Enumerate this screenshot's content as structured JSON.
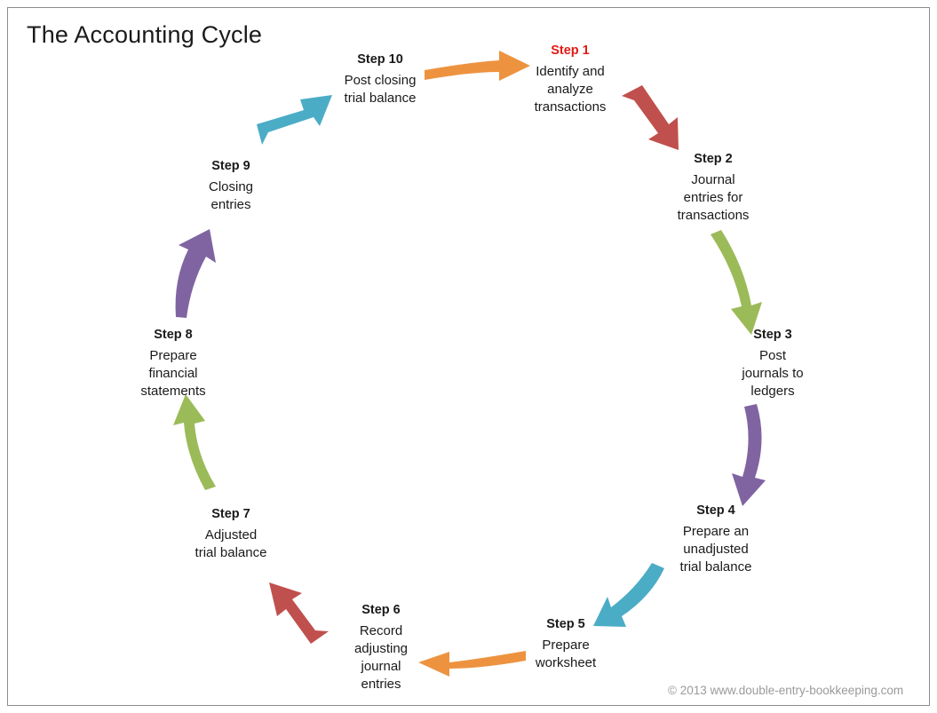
{
  "page": {
    "title": "The Accounting Cycle",
    "footer": "© 2013 www.double-entry-bookkeeping.com",
    "background": "#ffffff",
    "border_color": "#8c8c8c"
  },
  "palette": {
    "orange": "#ED9340",
    "red": "#C0504D",
    "green": "#9BBB59",
    "purple": "#8064A2",
    "teal": "#4BACC6",
    "accent_text": "#e01b15",
    "body_text": "#1a1a1a",
    "footer_text": "#9a9a9a"
  },
  "diagram": {
    "type": "cycle",
    "step_count": 10,
    "steps": [
      {
        "num": "Step 1",
        "desc": "Identify and\nanalyze\ntransactions",
        "accent": true
      },
      {
        "num": "Step 2",
        "desc": "Journal\nentries for\ntransactions",
        "accent": false
      },
      {
        "num": "Step 3",
        "desc": "Post\njournals to\nledgers",
        "accent": false
      },
      {
        "num": "Step 4",
        "desc": "Prepare an\nunadjusted\ntrial balance",
        "accent": false
      },
      {
        "num": "Step 5",
        "desc": "Prepare\nworksheet",
        "accent": false
      },
      {
        "num": "Step 6",
        "desc": "Record\nadjusting\njournal\nentries",
        "accent": false
      },
      {
        "num": "Step 7",
        "desc": "Adjusted\ntrial balance",
        "accent": false
      },
      {
        "num": "Step 8",
        "desc": "Prepare\nfinancial\nstatements",
        "accent": false
      },
      {
        "num": "Step 9",
        "desc": "Closing\nentries",
        "accent": false
      },
      {
        "num": "Step 10",
        "desc": "Post closing\ntrial balance",
        "accent": false
      }
    ],
    "arrows": [
      {
        "from": "Step 10",
        "to": "Step 1",
        "color": "#ED9340"
      },
      {
        "from": "Step 1",
        "to": "Step 2",
        "color": "#C0504D"
      },
      {
        "from": "Step 2",
        "to": "Step 3",
        "color": "#9BBB59"
      },
      {
        "from": "Step 3",
        "to": "Step 4",
        "color": "#8064A2"
      },
      {
        "from": "Step 4",
        "to": "Step 5",
        "color": "#4BACC6"
      },
      {
        "from": "Step 5",
        "to": "Step 6",
        "color": "#ED9340"
      },
      {
        "from": "Step 6",
        "to": "Step 7",
        "color": "#C0504D"
      },
      {
        "from": "Step 7",
        "to": "Step 8",
        "color": "#9BBB59"
      },
      {
        "from": "Step 8",
        "to": "Step 9",
        "color": "#8064A2"
      },
      {
        "from": "Step 9",
        "to": "Step 10",
        "color": "#4BACC6"
      }
    ]
  }
}
